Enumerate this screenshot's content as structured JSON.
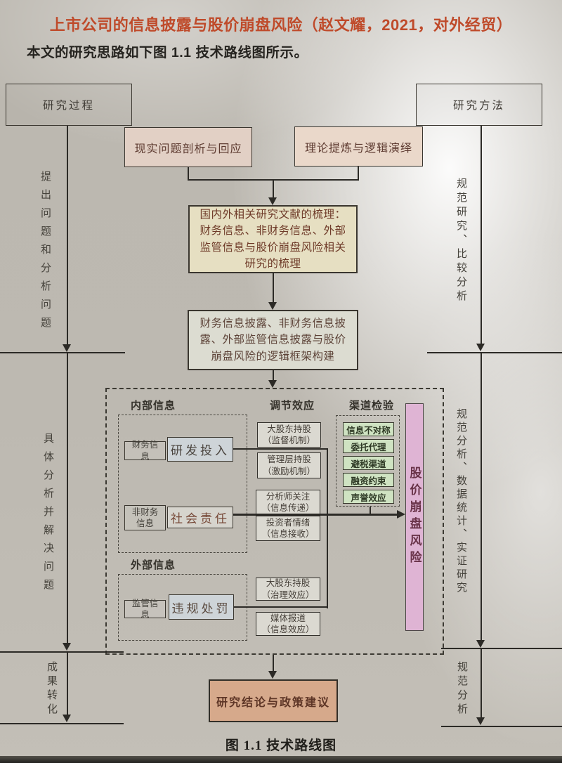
{
  "title": "上市公司的信息披露与股价崩盘风险（赵文耀，2021，对外经贸）",
  "intro": "本文的研究思路如下图 1.1 技术路线图所示。",
  "caption": "图 1.1  技术路线图",
  "rails": {
    "left_header": "研究过程",
    "right_header": "研究方法",
    "left_stages": [
      "提出问题和分析问题",
      "具体分析并解决问题",
      "成果转化"
    ],
    "right_stages": [
      "规范研究、比较分析",
      "规范分析、数据统计、实证研究",
      "规范分析"
    ]
  },
  "flow": {
    "problem_box": "现实问题剖析与回应",
    "theory_box": "理论提炼与逻辑演绎",
    "literature_box": "国内外相关研究文献的梳理：财务信息、非财务信息、外部监管信息与股价崩盘风险相关研究的梳理",
    "framework_box": "财务信息披露、非财务信息披露、外部监管信息披露与股价崩盘风险的逻辑框架构建",
    "conclusion_box": "研究结论与政策建议"
  },
  "model": {
    "sections": {
      "internal": "内部信息",
      "external": "外部信息",
      "moderation": "调节效应",
      "channel": "渠道检验"
    },
    "internal_rows": [
      {
        "category": "财务信息",
        "variable": "研发投入"
      },
      {
        "category": "非财务信息",
        "variable": "社会责任"
      }
    ],
    "external_rows": [
      {
        "category": "监管信息",
        "variable": "违规处罚"
      }
    ],
    "moderators": [
      {
        "name": "大股东持股",
        "mechanism": "（监督机制）"
      },
      {
        "name": "管理层持股",
        "mechanism": "（激励机制）"
      },
      {
        "name": "分析师关注",
        "mechanism": "（信息传递）"
      },
      {
        "name": "投资者情绪",
        "mechanism": "（信息接收）"
      },
      {
        "name": "大股东持股",
        "mechanism": "（治理效应）"
      },
      {
        "name": "媒体报道",
        "mechanism": "（信息效应）"
      }
    ],
    "channels": [
      "信息不对称",
      "委托代理",
      "避税渠道",
      "融资约束",
      "声誉效应"
    ],
    "outcome": "股价崩盘风险"
  },
  "colors": {
    "title_red": "#bf4a2a",
    "peach_box": "#e7d5c8",
    "cream_box": "#e6dfc2",
    "gray_green_box": "#dcdcd1",
    "salmon_box": "#d6a98b",
    "green_chip": "#cfe3c2",
    "pink_bar": "#dfb4d4",
    "blue_gray_box": "#ced4d8"
  }
}
